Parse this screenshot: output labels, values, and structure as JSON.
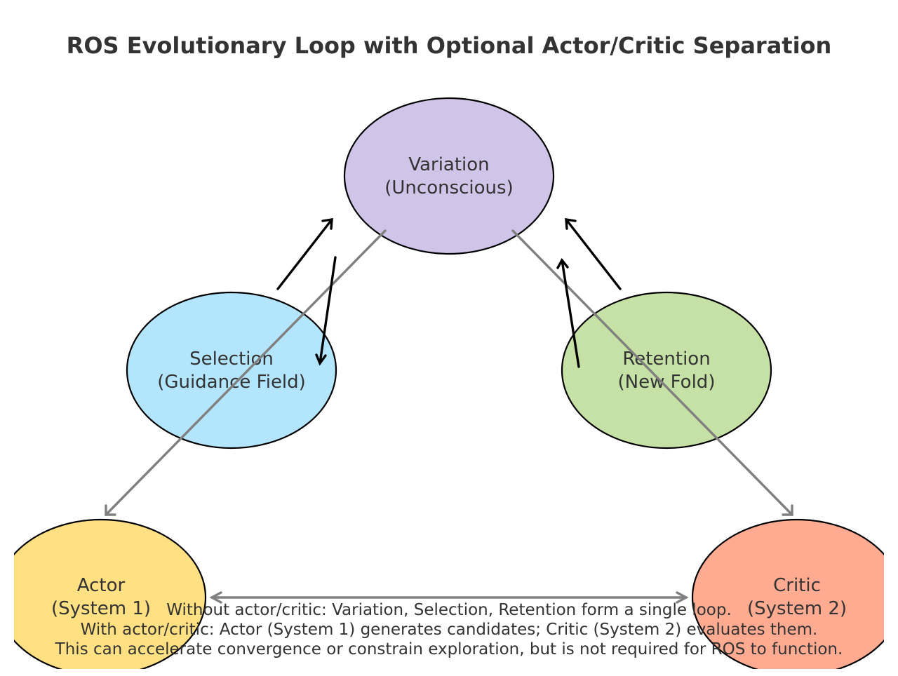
{
  "title": "ROS Evolutionary Loop with Optional Actor/Critic Separation",
  "nodes": {
    "variation": {
      "line1": "Variation",
      "line2": "(Unconscious)",
      "color": "#D0C4E8"
    },
    "selection": {
      "line1": "Selection",
      "line2": "(Guidance Field)",
      "color": "#B3E5FC"
    },
    "retention": {
      "line1": "Retention",
      "line2": "(New Fold)",
      "color": "#C5E1A5"
    },
    "actor": {
      "line1": "Actor",
      "line2": "(System 1)",
      "color": "#FFE082"
    },
    "critic": {
      "line1": "Critic",
      "line2": "(System 2)",
      "color": "#FFAB91"
    }
  },
  "caption": {
    "line1": "Without actor/critic: Variation, Selection, Retention form a single loop.",
    "line2": "With actor/critic: Actor (System 1) generates candidates; Critic (System 2) evaluates them.",
    "line3": "This can accelerate convergence or constrain exploration, but is not required for ROS to function."
  },
  "colors": {
    "text": "#333333",
    "outline": "#000000",
    "loop_arrow": "#000000",
    "optional_arrow": "#808080"
  }
}
